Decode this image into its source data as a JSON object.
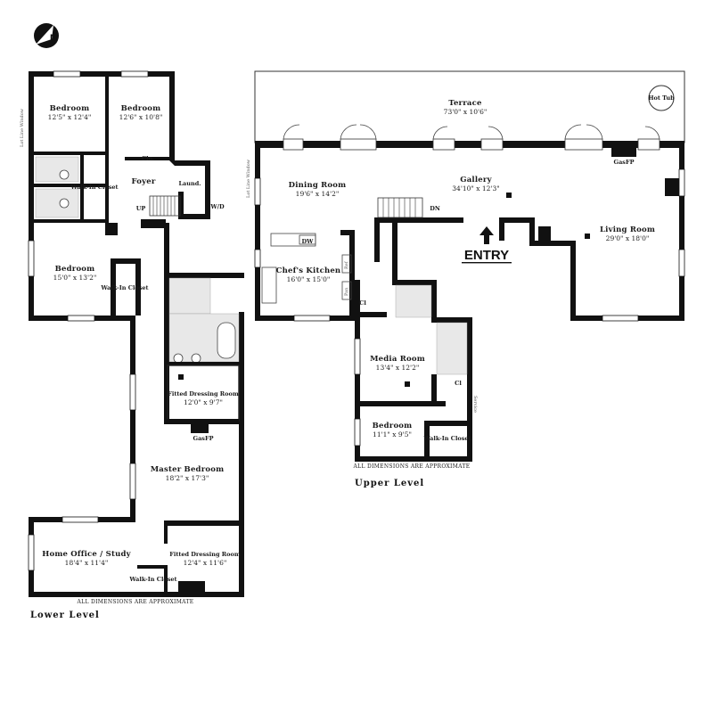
{
  "compass": {
    "letter": "N"
  },
  "lower_level": {
    "title": "Lower Level",
    "note": "ALL DIMENSIONS ARE APPROXIMATE",
    "lot_line": "Lot Line Window",
    "rooms": {
      "bedroom1": {
        "name": "Bedroom",
        "dims": "12'5\" x 12'4\""
      },
      "bedroom2": {
        "name": "Bedroom",
        "dims": "12'6\" x 10'8\""
      },
      "bedroom3": {
        "name": "Bedroom",
        "dims": "15'0\" x 13'2\""
      },
      "foyer": {
        "name": "Foyer"
      },
      "closet": {
        "name": "Clo."
      },
      "laundry": {
        "name": "Laund."
      },
      "wd": {
        "name": "W/D"
      },
      "walkin1": {
        "name": "Walk-In Closet"
      },
      "walkin2": {
        "name": "Walk-In Closet"
      },
      "walkin3": {
        "name": "Walk-In Closet"
      },
      "fitted1": {
        "name": "Fitted Dressing Room",
        "dims": "12'0\" x 9'7\""
      },
      "gasfp": {
        "name": "GasFP"
      },
      "master": {
        "name": "Master Bedroom",
        "dims": "18'2\" x 17'3\""
      },
      "office": {
        "name": "Home Office / Study",
        "dims": "18'4\" x 11'4\""
      },
      "fitted2": {
        "name": "Fitted Dressing Room",
        "dims": "12'4\" x 11'6\""
      }
    },
    "stair_label": "UP"
  },
  "upper_level": {
    "title": "Upper Level",
    "note": "ALL DIMENSIONS ARE APPROXIMATE",
    "lot_line": "Lot Line Window",
    "entry": "ENTRY",
    "rooms": {
      "terrace": {
        "name": "Terrace",
        "dims": "73'0\" x 10'6\""
      },
      "hot_tub": {
        "name": "Hot Tub"
      },
      "dining": {
        "name": "Dining Room",
        "dims": "19'6\" x 14'2\""
      },
      "gallery": {
        "name": "Gallery",
        "dims": "34'10\" x 12'3\""
      },
      "living": {
        "name": "Living Room",
        "dims": "29'0\" x 18'0\""
      },
      "kitchen": {
        "name": "Chef's Kitchen",
        "dims": "16'0\" x 15'0\""
      },
      "dw": {
        "name": "DW"
      },
      "ref": {
        "name": "Ref"
      },
      "pan": {
        "name": "Pan"
      },
      "cl1": {
        "name": "Cl"
      },
      "cl2": {
        "name": "Cl"
      },
      "gasfp": {
        "name": "GasFP"
      },
      "media": {
        "name": "Media Room",
        "dims": "13'4\" x 12'2\""
      },
      "bedroom": {
        "name": "Bedroom",
        "dims": "11'1\" x 9'5\""
      },
      "walkin": {
        "name": "Walk-In Closet"
      },
      "service": {
        "name": "Service"
      }
    },
    "stair_label": "DN"
  }
}
